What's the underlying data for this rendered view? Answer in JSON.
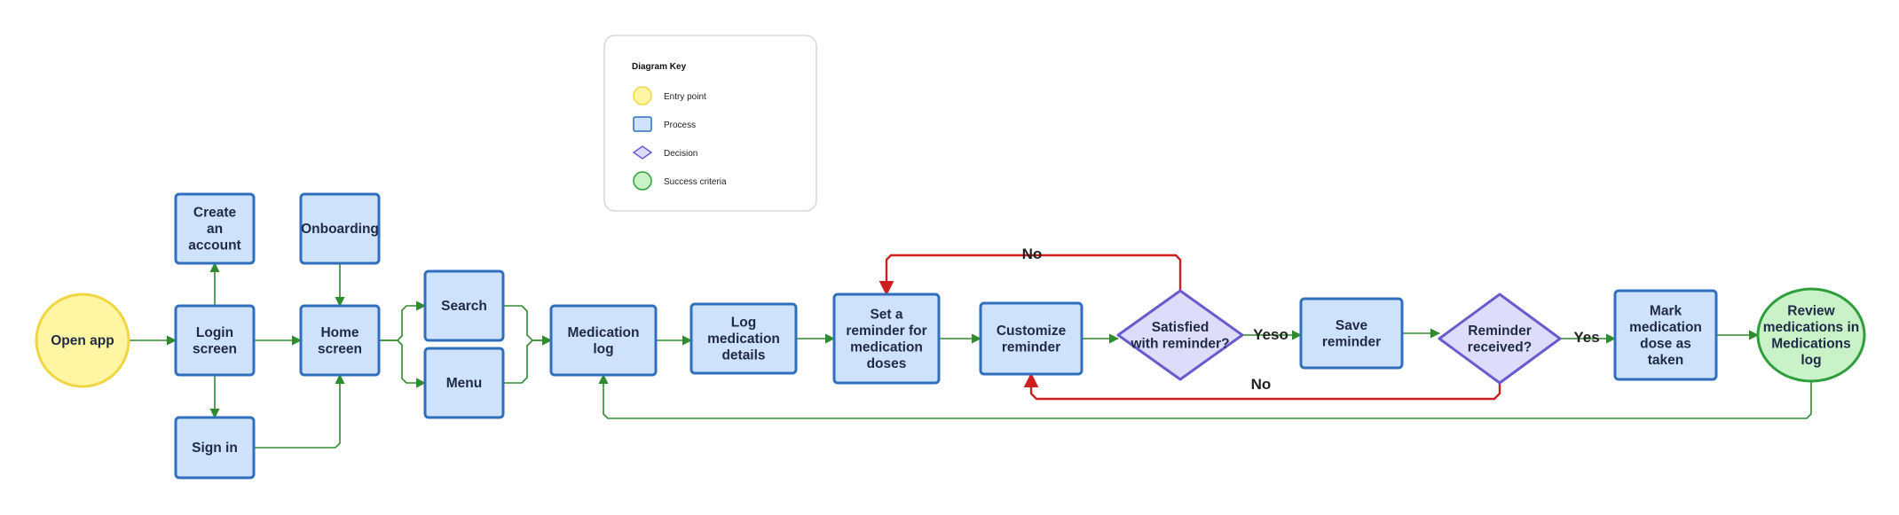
{
  "diagram": {
    "type": "flowchart",
    "legend": {
      "title": "Diagram Key",
      "items": [
        {
          "id": "key-entry",
          "label": "Entry point",
          "shape": "circle"
        },
        {
          "id": "key-process",
          "label": "Process",
          "shape": "rect"
        },
        {
          "id": "key-decision",
          "label": "Decision",
          "shape": "diamond"
        },
        {
          "id": "key-success",
          "label": "Success criteria",
          "shape": "circle-success"
        }
      ]
    },
    "colors": {
      "entry_fill": "#fff5a3",
      "entry_stroke": "#f0d640",
      "process_fill": "#cfe2fb",
      "process_stroke": "#2f6fbd",
      "decision_fill": "#ddddfb",
      "decision_stroke": "#6a5acd",
      "success_fill": "#c9f2c9",
      "success_stroke": "#2e9e3b",
      "edge_green": "#2e8b2e",
      "edge_red": "#cc2020",
      "legend_border": "#d8d8d8"
    },
    "nodes": [
      {
        "id": "open-app",
        "type": "entry",
        "lines": [
          "Open app"
        ]
      },
      {
        "id": "create-account",
        "type": "process",
        "lines": [
          "Create",
          "an",
          "account"
        ]
      },
      {
        "id": "login-screen",
        "type": "process",
        "lines": [
          "Login",
          "screen"
        ]
      },
      {
        "id": "sign-in",
        "type": "process",
        "lines": [
          "Sign in"
        ]
      },
      {
        "id": "onboarding",
        "type": "process",
        "lines": [
          "Onboarding"
        ]
      },
      {
        "id": "home-screen",
        "type": "process",
        "lines": [
          "Home",
          "screen"
        ]
      },
      {
        "id": "search",
        "type": "process",
        "lines": [
          "Search"
        ]
      },
      {
        "id": "menu",
        "type": "process",
        "lines": [
          "Menu"
        ]
      },
      {
        "id": "medication-log",
        "type": "process",
        "lines": [
          "Medication",
          "log"
        ]
      },
      {
        "id": "log-details",
        "type": "process",
        "lines": [
          "Log",
          "medication",
          "details"
        ]
      },
      {
        "id": "set-reminder",
        "type": "process",
        "lines": [
          "Set a",
          "reminder for",
          "medication",
          "doses"
        ]
      },
      {
        "id": "customize-reminder",
        "type": "process",
        "lines": [
          "Customize",
          "reminder"
        ]
      },
      {
        "id": "satisfied",
        "type": "decision",
        "lines": [
          "Satisfied",
          "with reminder?"
        ]
      },
      {
        "id": "save-reminder",
        "type": "process",
        "lines": [
          "Save",
          "reminder"
        ]
      },
      {
        "id": "reminder-received",
        "type": "decision",
        "lines": [
          "Reminder",
          "received?"
        ]
      },
      {
        "id": "mark-dose",
        "type": "process",
        "lines": [
          "Mark",
          "medication",
          "dose as",
          "taken"
        ]
      },
      {
        "id": "review-log",
        "type": "success",
        "lines": [
          "Review",
          "medications in",
          "Medications",
          "log"
        ]
      }
    ],
    "edges": [
      {
        "id": "e1",
        "from": "open-app",
        "to": "login-screen",
        "label": "",
        "color": "green"
      },
      {
        "id": "e2",
        "from": "login-screen",
        "to": "create-account",
        "label": "",
        "color": "green"
      },
      {
        "id": "e3",
        "from": "login-screen",
        "to": "sign-in",
        "label": "",
        "color": "green"
      },
      {
        "id": "e4",
        "from": "login-screen",
        "to": "home-screen",
        "label": "",
        "color": "green"
      },
      {
        "id": "e5",
        "from": "sign-in",
        "to": "home-screen",
        "label": "",
        "color": "green"
      },
      {
        "id": "e6",
        "from": "onboarding",
        "to": "home-screen",
        "label": "",
        "color": "green"
      },
      {
        "id": "e7",
        "from": "home-screen",
        "to": "search",
        "label": "",
        "color": "green"
      },
      {
        "id": "e8",
        "from": "home-screen",
        "to": "menu",
        "label": "",
        "color": "green"
      },
      {
        "id": "e9",
        "from": "search",
        "to": "medication-log",
        "label": "",
        "color": "green"
      },
      {
        "id": "e10",
        "from": "menu",
        "to": "medication-log",
        "label": "",
        "color": "green"
      },
      {
        "id": "e11",
        "from": "medication-log",
        "to": "log-details",
        "label": "",
        "color": "green"
      },
      {
        "id": "e12",
        "from": "log-details",
        "to": "set-reminder",
        "label": "",
        "color": "green"
      },
      {
        "id": "e13",
        "from": "set-reminder",
        "to": "customize-reminder",
        "label": "",
        "color": "green"
      },
      {
        "id": "e14",
        "from": "customize-reminder",
        "to": "satisfied",
        "label": "",
        "color": "green"
      },
      {
        "id": "e15",
        "from": "satisfied",
        "to": "save-reminder",
        "label": "Yeso",
        "color": "green"
      },
      {
        "id": "e16",
        "from": "satisfied",
        "to": "set-reminder",
        "label": "No",
        "color": "red"
      },
      {
        "id": "e17",
        "from": "save-reminder",
        "to": "reminder-received",
        "label": "",
        "color": "green"
      },
      {
        "id": "e18",
        "from": "reminder-received",
        "to": "mark-dose",
        "label": "Yes",
        "color": "green"
      },
      {
        "id": "e19",
        "from": "reminder-received",
        "to": "customize-reminder",
        "label": "No",
        "color": "red"
      },
      {
        "id": "e20",
        "from": "mark-dose",
        "to": "review-log",
        "label": "",
        "color": "green"
      },
      {
        "id": "e21",
        "from": "review-log",
        "to": "medication-log",
        "label": "",
        "color": "green"
      }
    ]
  }
}
